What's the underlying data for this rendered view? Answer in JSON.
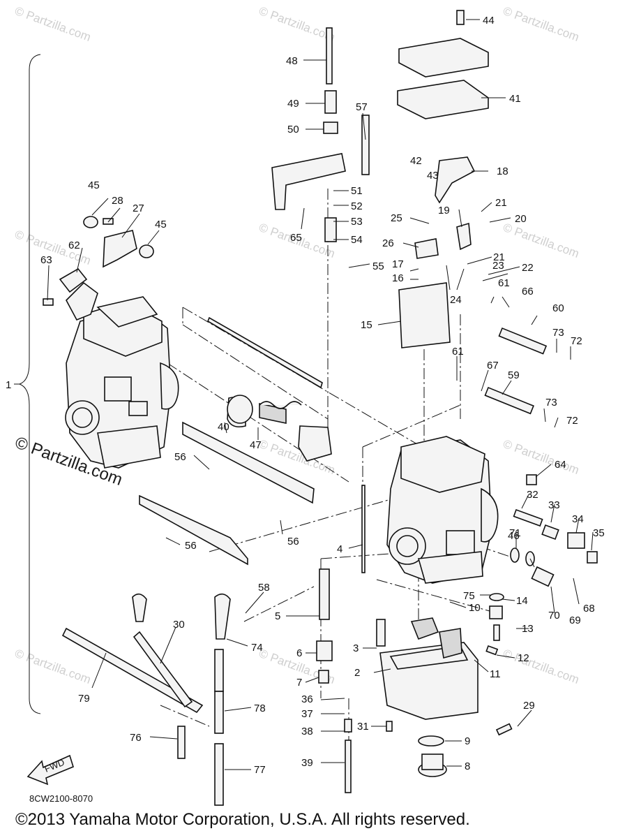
{
  "watermark": {
    "text": "© Partzilla.com"
  },
  "diagram_code": "8CW2100-8070",
  "copyright": "©2013 Yamaha Motor Corporation, U.S.A. All rights reserved.",
  "fwd_label": "FWD",
  "callouts": [
    "1",
    "2",
    "3",
    "4",
    "5",
    "6",
    "7",
    "8",
    "9",
    "10",
    "11",
    "12",
    "13",
    "14",
    "15",
    "16",
    "17",
    "18",
    "19",
    "20",
    "21",
    "22",
    "23",
    "24",
    "25",
    "26",
    "27",
    "28",
    "29",
    "30",
    "31",
    "32",
    "33",
    "34",
    "35",
    "36",
    "37",
    "38",
    "39",
    "40",
    "41",
    "42",
    "43",
    "44",
    "45",
    "46",
    "47",
    "48",
    "49",
    "50",
    "51",
    "52",
    "53",
    "54",
    "55",
    "56",
    "57",
    "58",
    "59",
    "60",
    "61",
    "62",
    "63",
    "64",
    "65",
    "66",
    "67",
    "68",
    "69",
    "70",
    "71",
    "72",
    "73",
    "74",
    "75",
    "76",
    "77",
    "78",
    "79"
  ]
}
